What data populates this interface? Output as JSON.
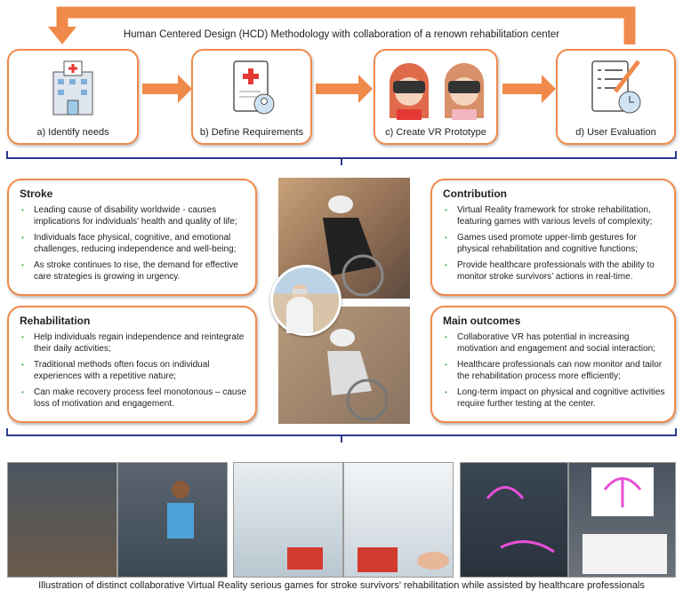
{
  "title": "Human Centered Design (HCD) Methodology with collaboration of a renown rehabilitation center",
  "steps": [
    {
      "label": "a) Identify needs",
      "icon": "hospital-icon"
    },
    {
      "label": "b) Define Requirements",
      "icon": "medical-document-icon"
    },
    {
      "label": "c) Create VR Prototype",
      "icon": "vr-headset-users-icon"
    },
    {
      "label": "d) User Evaluation",
      "icon": "evaluation-clipboard-icon"
    }
  ],
  "stroke": {
    "title": "Stroke",
    "items": [
      "Leading cause of disability worldwide - causes implications for individuals’ health and quality of life;",
      "Individuals face physical, cognitive, and emotional challenges, reducing independence and well-being;",
      "As stroke continues to rise, the demand for effective care strategies is growing in urgency."
    ]
  },
  "rehabilitation": {
    "title": "Rehabilitation",
    "items": [
      "Help individuals regain independence and reintegrate their daily activities;",
      "Traditional methods often focus on individual experiences with a repetitive nature;",
      "Can make recovery process feel monotonous – cause loss of motivation and engagement."
    ]
  },
  "contribution": {
    "title": "Contribution",
    "items": [
      "Virtual Reality framework for stroke rehabilitation, featuring games with various levels of complexity;",
      "Games used promote upper-limb gestures for physical rehabilitation and cognitive functions;",
      "Provide healthcare professionals with the ability to monitor stroke survivors’ actions in real-time."
    ]
  },
  "outcomes": {
    "title": "Main outcomes",
    "items": [
      "Collaborative VR has potential in increasing motivation and engagement and social interaction;",
      "Healthcare professionals can now monitor and tailor the rehabilitation process more efficiently;",
      "Long-term impact on physical and cognitive activities require further testing at the center."
    ]
  },
  "caption": "Illustration of distinct collaborative Virtual Reality serious games for stroke survivors' rehabilitation while assisted by healthcare professionals",
  "colors": {
    "accent": "#f08a4b",
    "bracket": "#2b3a8c",
    "bullet": "#4caf50"
  }
}
